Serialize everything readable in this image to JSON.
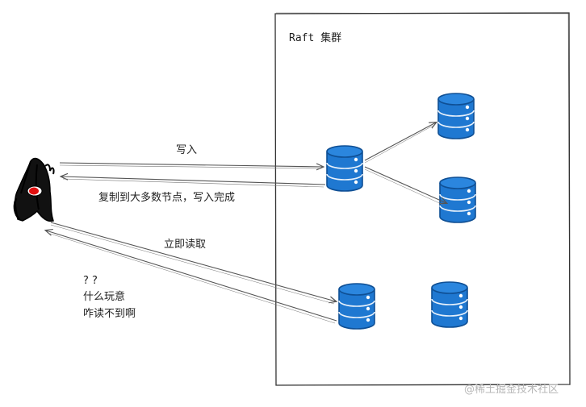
{
  "cluster": {
    "title": "Raft 集群"
  },
  "edges": {
    "write": "写入",
    "replicate_done": "复制到大多数节点，写入完成",
    "read_now": "立即读取"
  },
  "client_note": {
    "line1": "? ?",
    "line2": "什么玩意",
    "line3": "咋读不到啊"
  },
  "watermark": "@稀土掘金技术社区",
  "colors": {
    "db_fill": "#1f78d1",
    "db_stroke": "#0f4f94",
    "line": "#555555",
    "cluster_border": "#333333",
    "client_eye": "#e11010"
  },
  "icons": {
    "client": "duke-mascot-icon",
    "node": "database-icon"
  }
}
